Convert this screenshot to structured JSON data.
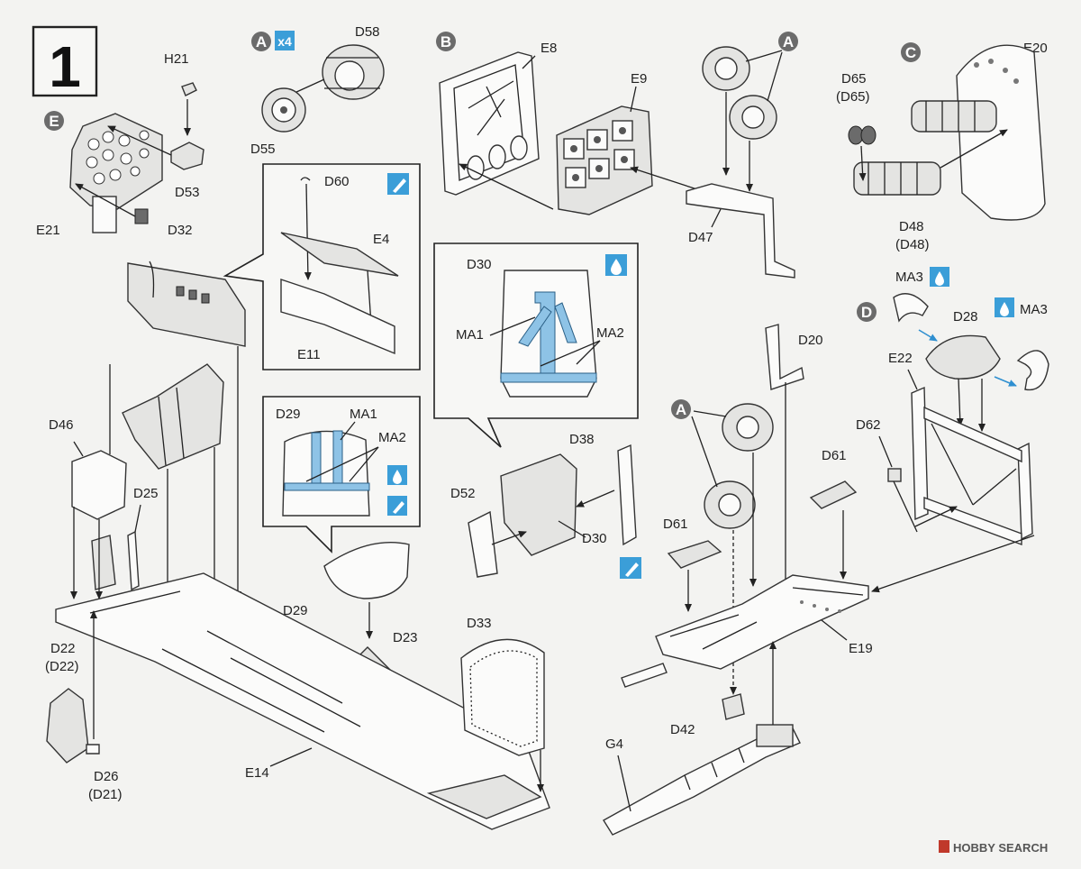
{
  "step": {
    "number": "1"
  },
  "subassemblies": {
    "A": "A",
    "B": "B",
    "C": "C",
    "D": "D",
    "E": "E"
  },
  "multiplier": "x4",
  "watermark": {
    "brand": "HOBBY SEARCH"
  },
  "colors": {
    "ink": "#222222",
    "paper": "#f3f3f1",
    "blue_part": "#8ec3e6",
    "icon_blue": "#3b9ed8",
    "tag_grey": "#6b6b6b"
  },
  "icons": {
    "paint": "paint-drop-icon",
    "glue": "glue-brush-icon",
    "copyright": "copyright-icon"
  },
  "parts": {
    "H21": "H21",
    "D58": "D58",
    "D55": "D55",
    "D53": "D53",
    "D32": "D32",
    "E21": "E21",
    "E8": "E8",
    "E9": "E9",
    "D47": "D47",
    "E20": "E20",
    "D65": "D65",
    "D65b": "(D65)",
    "D48": "D48",
    "D48b": "(D48)",
    "D60": "D60",
    "E4": "E4",
    "E11": "E11",
    "D30": "D30",
    "MA1": "MA1",
    "MA2": "MA2",
    "MA3": "MA3",
    "D28": "D28",
    "E22": "E22",
    "D20": "D20",
    "D29": "D29",
    "D46": "D46",
    "D25": "D25",
    "D38": "D38",
    "D52": "D52",
    "D62": "D62",
    "D61": "D61",
    "D22": "D22",
    "D22b": "(D22)",
    "D23": "D23",
    "D33": "D33",
    "E19": "E19",
    "D42": "D42",
    "G4": "G4",
    "E14": "E14",
    "D26": "D26",
    "D26b": "(D21)"
  }
}
